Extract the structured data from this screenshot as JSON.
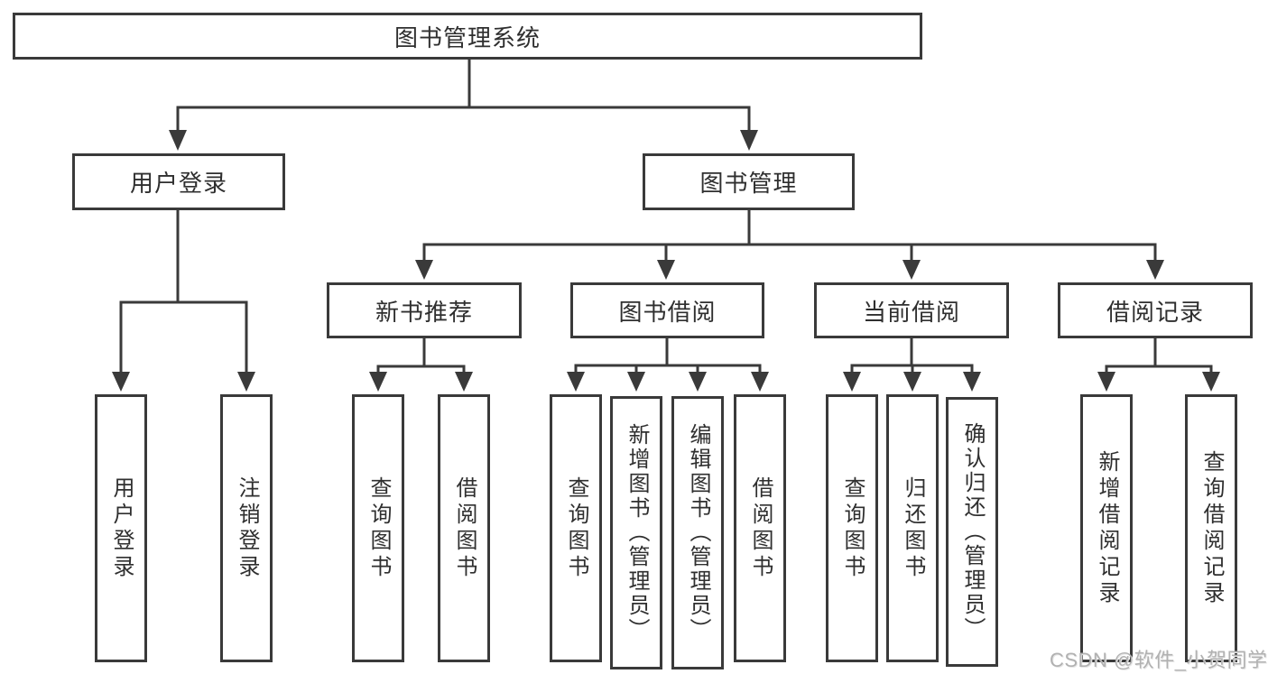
{
  "tree": {
    "root": "图书管理系统",
    "children": [
      {
        "label": "用户登录",
        "leaves": [
          "用户登录",
          "注销登录"
        ]
      },
      {
        "label": "图书管理",
        "children": [
          {
            "label": "新书推荐",
            "leaves": [
              "查询图书",
              "借阅图书"
            ]
          },
          {
            "label": "图书借阅",
            "leaves": [
              "查询图书",
              "新增图书（管理员）",
              "编辑图书（管理员）",
              "借阅图书"
            ]
          },
          {
            "label": "当前借阅",
            "leaves": [
              "查询图书",
              "归还图书",
              "确认归还（管理员）"
            ]
          },
          {
            "label": "借阅记录",
            "leaves": [
              "新增借阅记录",
              "查询借阅记录"
            ]
          }
        ]
      }
    ]
  },
  "colors": {
    "line": "#3a3a3a",
    "box_border": "#3a3a3a",
    "text": "#2f2f2f",
    "background": "#ffffff",
    "watermark": "#b1b1b1"
  },
  "watermark": {
    "text": "CSDN @软件_小贺同学"
  }
}
